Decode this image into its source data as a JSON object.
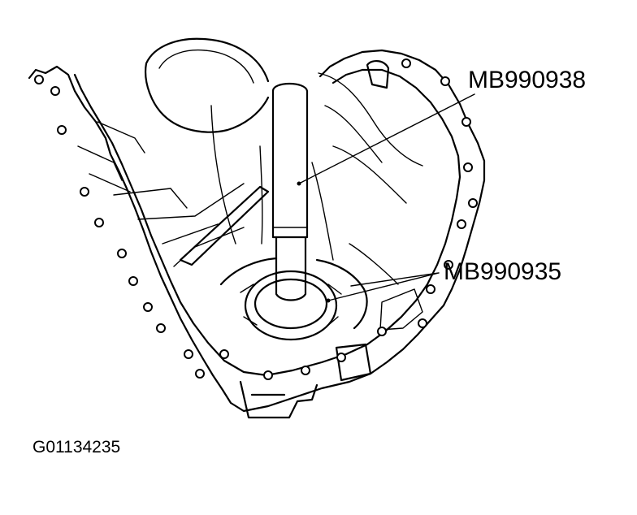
{
  "callouts": [
    {
      "label": "MB990938"
    },
    {
      "label": "MB990935"
    }
  ],
  "figure_code": "G01134235",
  "colors": {
    "ink": "#000000",
    "paper": "#ffffff"
  }
}
